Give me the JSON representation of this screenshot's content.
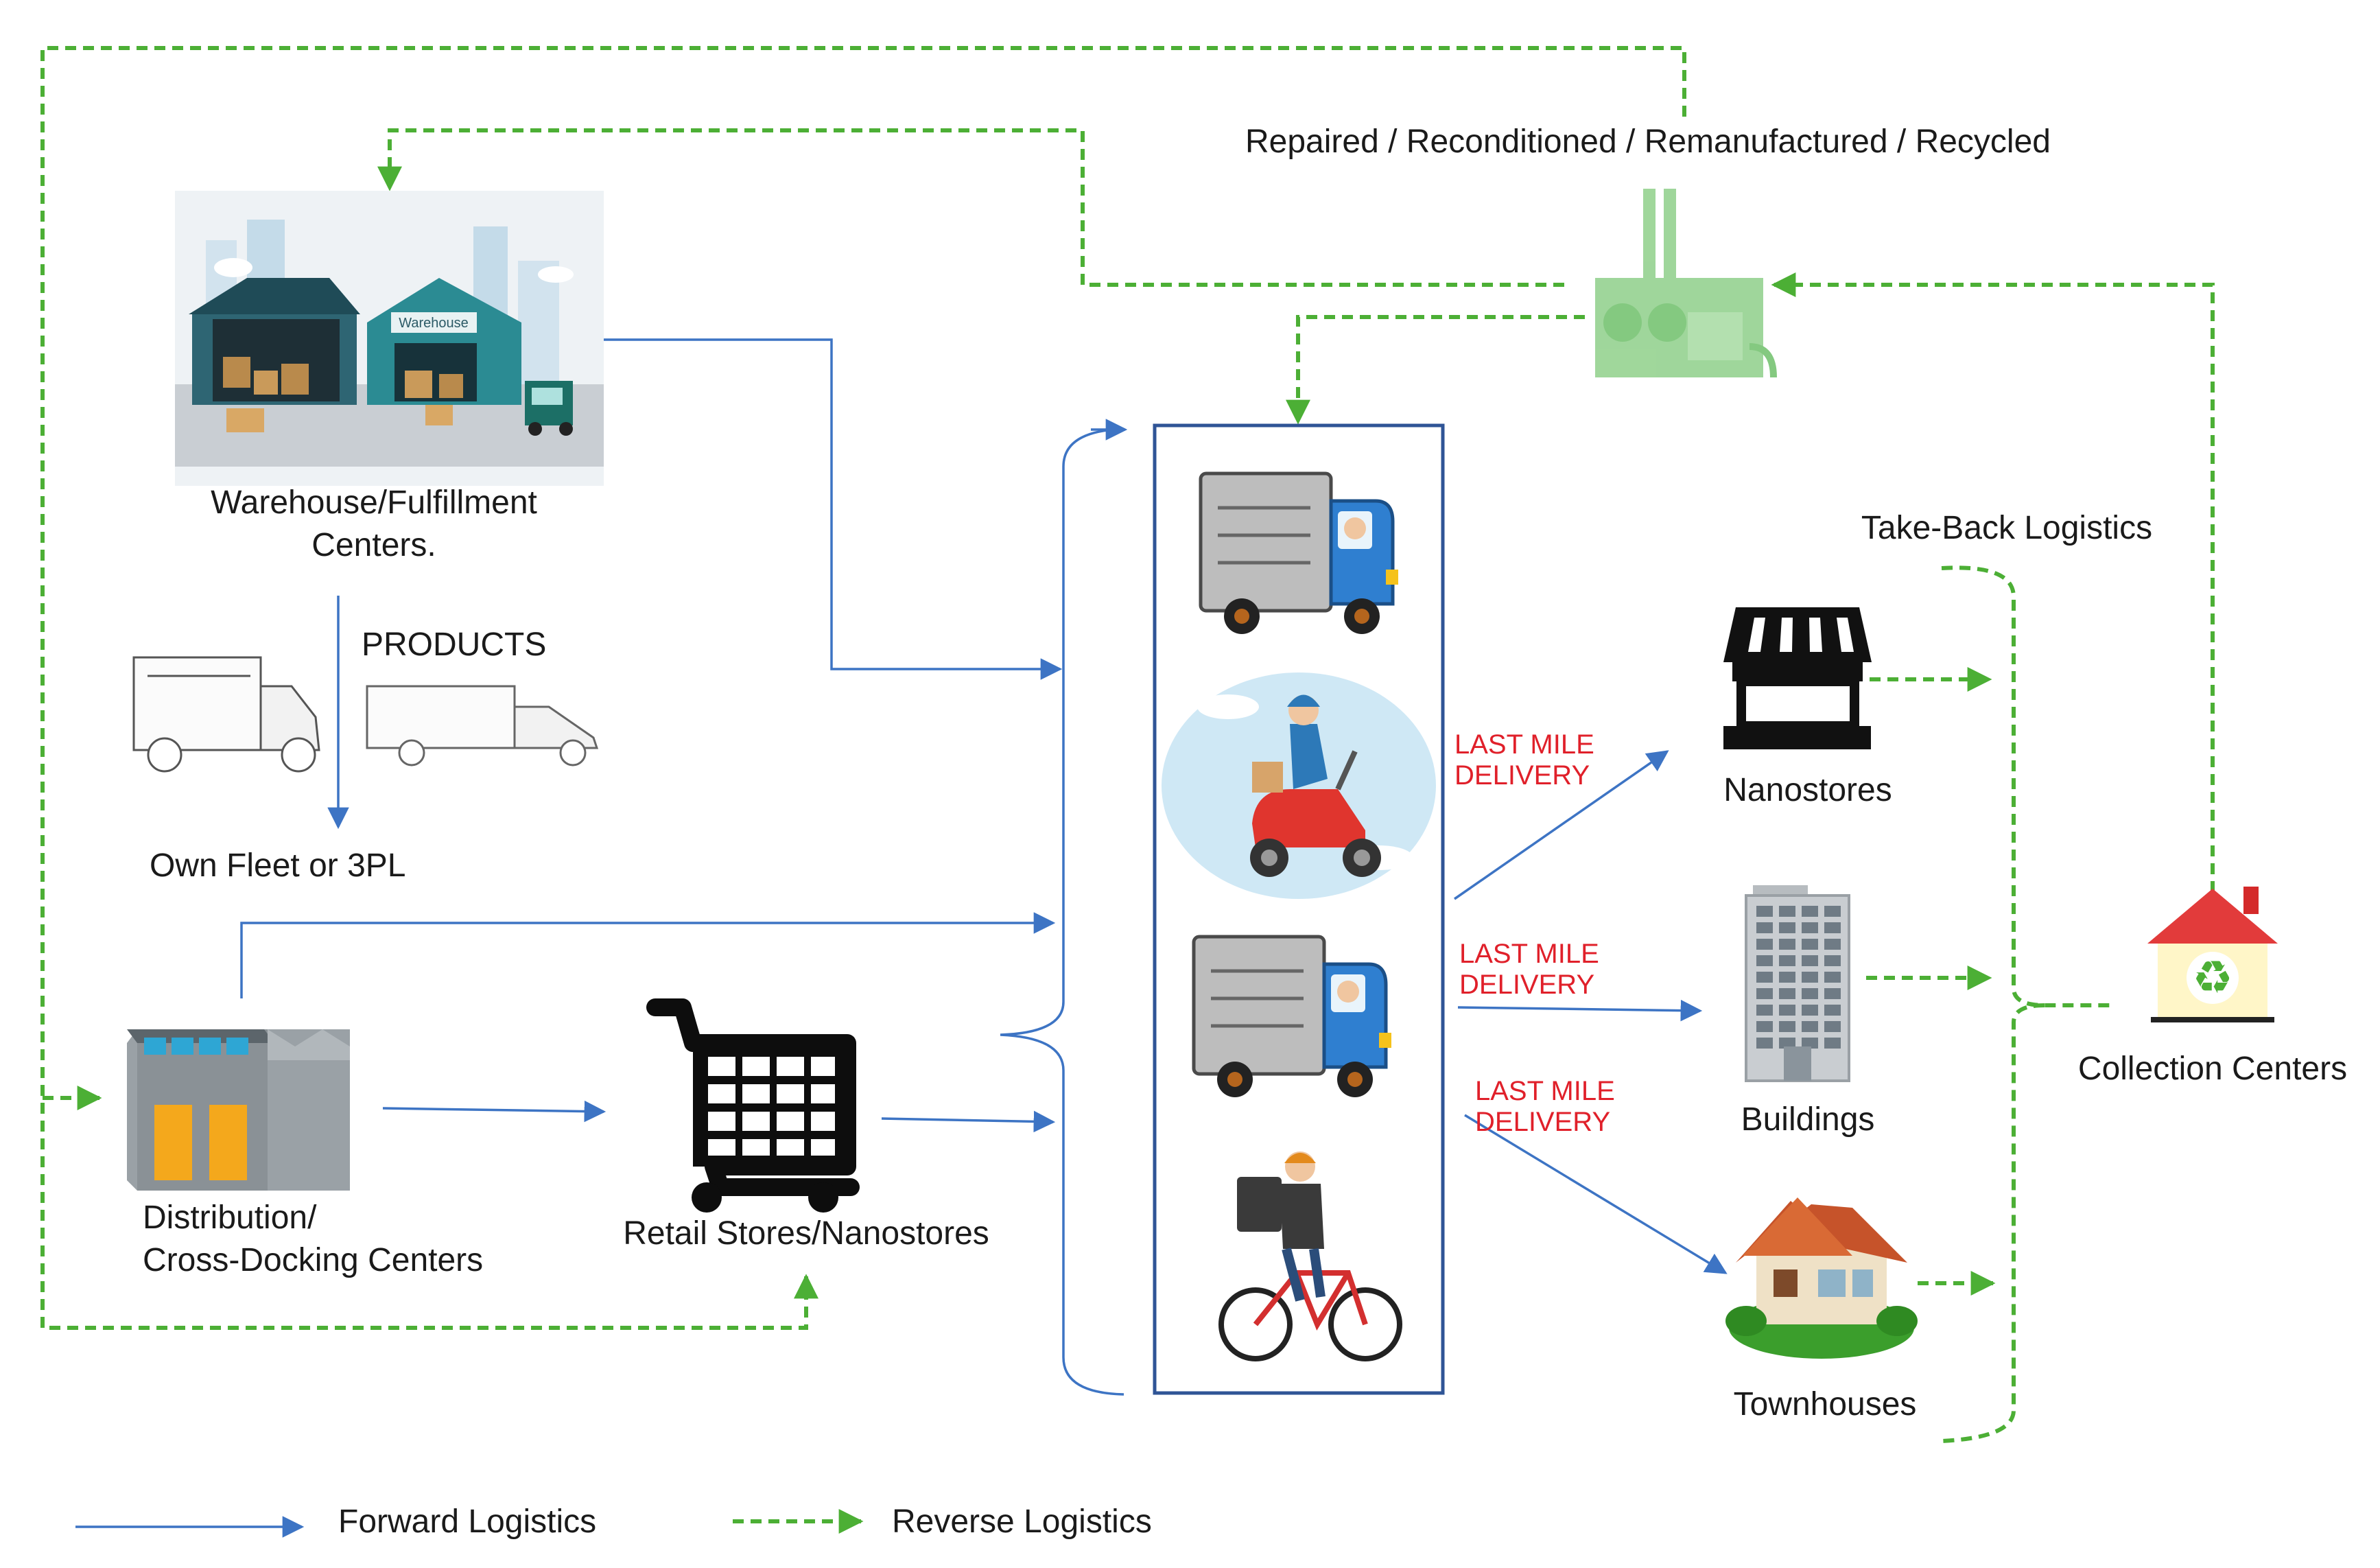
{
  "nodes": {
    "warehouse": {
      "label_line1": "Warehouse/Fulfillment",
      "label_line2": "Centers.",
      "sign": "Warehouse"
    },
    "products": "PRODUCTS",
    "fleet": "Own Fleet or 3PL",
    "distribution": {
      "label_line1": "Distribution/",
      "label_line2": "Cross-Docking Centers"
    },
    "retail": "Retail Stores/Nanostores",
    "remanufacture": "Repaired / Reconditioned / Remanufactured / Recycled",
    "takeback": "Take-Back Logistics",
    "nanostores": "Nanostores",
    "buildings": "Buildings",
    "townhouses": "Townhouses",
    "collection": "Collection Centers"
  },
  "last_mile": {
    "line1": "LAST MILE",
    "line2": "DELIVERY"
  },
  "legend": {
    "forward": "Forward Logistics",
    "reverse": "Reverse Logistics"
  },
  "colors": {
    "forward": "#3d74c4",
    "reverse": "#4caf35",
    "last_mile": "#e0202a"
  },
  "icons": [
    "warehouse-illustration",
    "sketch-truck",
    "distribution-building",
    "shopping-cart",
    "delivery-truck",
    "scooter-courier",
    "bicycle-courier",
    "factory",
    "store-awning",
    "office-building",
    "townhouse",
    "recycling-house"
  ]
}
